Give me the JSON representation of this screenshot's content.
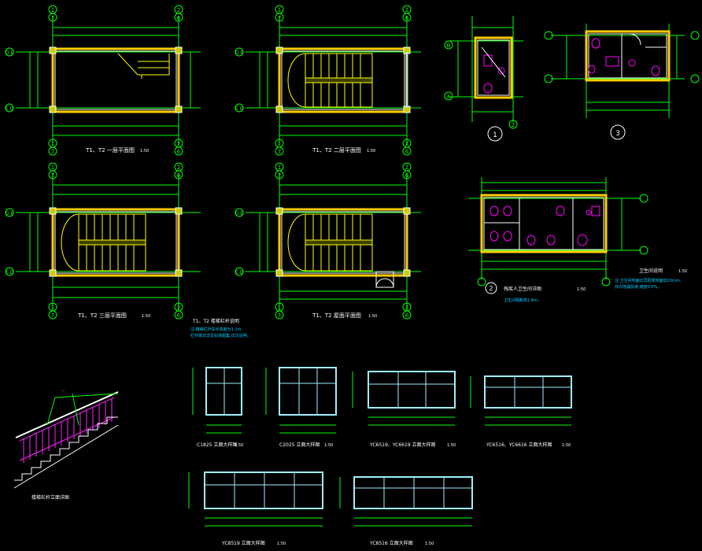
{
  "colors": {
    "background": "#000000",
    "dimension": "#00ff00",
    "structure": "#ffffff",
    "stair": "#ffff00",
    "wall_hatch": "#ffcc00",
    "column": "#cccc00",
    "fixture": "#ff00ff",
    "window": "#9ff0ff",
    "note": "#00ccff",
    "railing": "#ff22ff"
  },
  "grid_labels": {
    "col_a": "1",
    "col_a_alt": "7",
    "col_b": "2",
    "col_b_alt": "6",
    "row_d": "D",
    "row_e": "E",
    "row_d_e": "D E",
    "row_e_d": "E D",
    "bath_a": "A",
    "bath_b": "B"
  },
  "stair_plans": [
    {
      "title": "T1、T2 一层平面图",
      "scale": "1:50"
    },
    {
      "title": "T1、T2 二层平面图",
      "scale": "1:50"
    },
    {
      "title": "T1、T2 三层平面图",
      "scale": "1:50"
    },
    {
      "title": "T1、T2 屋面平面图",
      "scale": "1:50"
    }
  ],
  "stair_note": {
    "title": "T1、T2 楼梯栏杆说明",
    "lines": [
      "注:楼梯栏杆扶手高度为1.1m,",
      "栏杆做法详见标准图集,详见说明。"
    ]
  },
  "bath_plans": [
    {
      "number": "1"
    },
    {
      "number": "3"
    },
    {
      "number": "2",
      "title": "残疾人卫生间详图",
      "scale": "1:50"
    }
  ],
  "bath_note": {
    "title": "卫生间说明",
    "scale": "1:50",
    "lines": [
      "注:卫生间地面比同层楼地面低20mm,",
      "并向地漏找坡,坡度0.5%。",
      "卫生间隔断高1.8m。"
    ]
  },
  "railing_title": "楼梯栏杆立面详图",
  "windows": [
    {
      "title": "C1825 立面大样图",
      "scale": "1:50"
    },
    {
      "title": "C2025 立面大样图",
      "scale": "1:50"
    },
    {
      "title": "YC6519、YC6619 立面大样图",
      "scale": "1:50"
    },
    {
      "title": "YC6516、YC6616 立面大样图",
      "scale": "1:50"
    },
    {
      "title": "YC8519 立面大样图",
      "scale": "1:50"
    },
    {
      "title": "YC8516 立面大样图",
      "scale": "1:50"
    }
  ]
}
